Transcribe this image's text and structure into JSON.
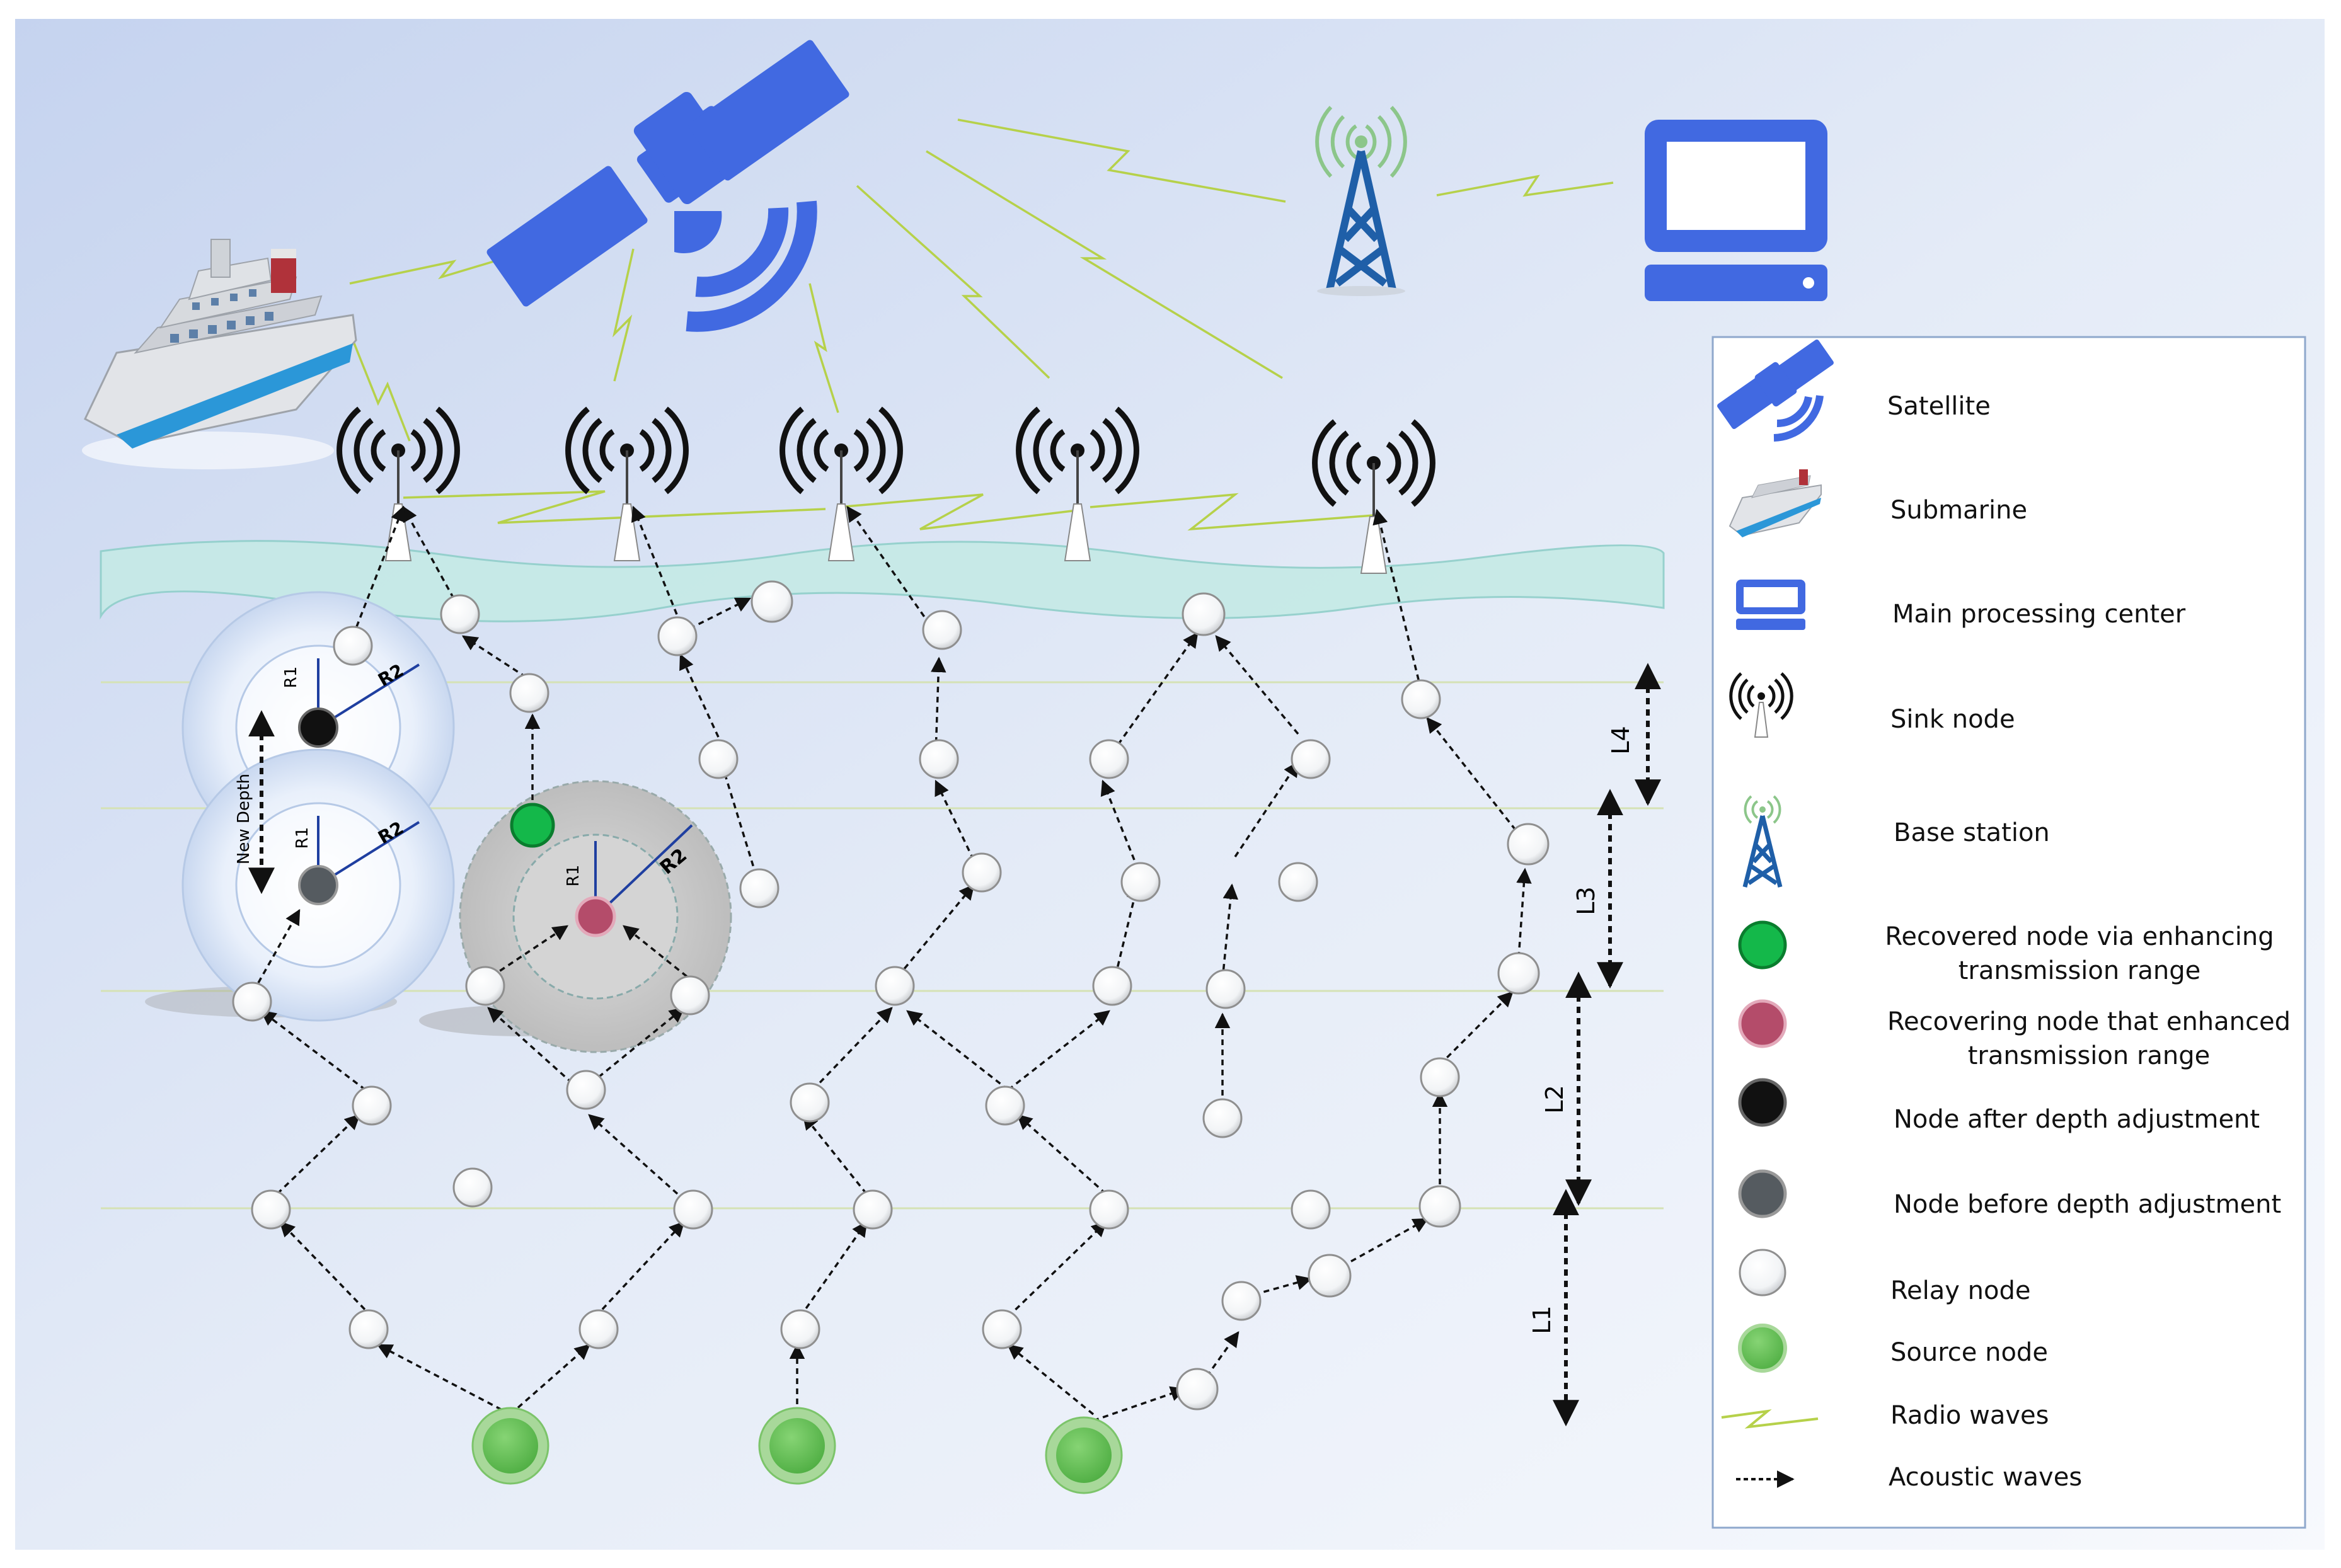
{
  "legend": {
    "satellite": "Satellite",
    "submarine": "Submarine",
    "processing_center": "Main processing center",
    "sink_node": "Sink node",
    "base_station": "Base station",
    "recovered_node": "Recovered node via enhancing transmission range",
    "recovering_node": "Recovering node that enhanced transmission range",
    "node_after": "Node after depth adjustment",
    "node_before": "Node before depth adjustment",
    "relay_node": "Relay node",
    "source_node": "Source node",
    "radio_waves": "Radio waves",
    "acoustic_waves": "Acoustic waves"
  },
  "layers": {
    "l1": "L1",
    "l2": "L2",
    "l3": "L3",
    "l4": "L4"
  },
  "ranges": {
    "r1": "R1",
    "r2": "R2",
    "new_depth": "New Depth"
  },
  "colors": {
    "satellite": "#4169e1",
    "relay_border": "#9a9a9a",
    "source_fill": "#6cc45c",
    "recovered_fill": "#14b84a",
    "recovering_fill": "#b44c6a",
    "node_after": "#111111",
    "node_before": "#555b60",
    "radio": "#b6d14a",
    "water": "#c7ebe8",
    "tower": "#1f5fa8"
  }
}
